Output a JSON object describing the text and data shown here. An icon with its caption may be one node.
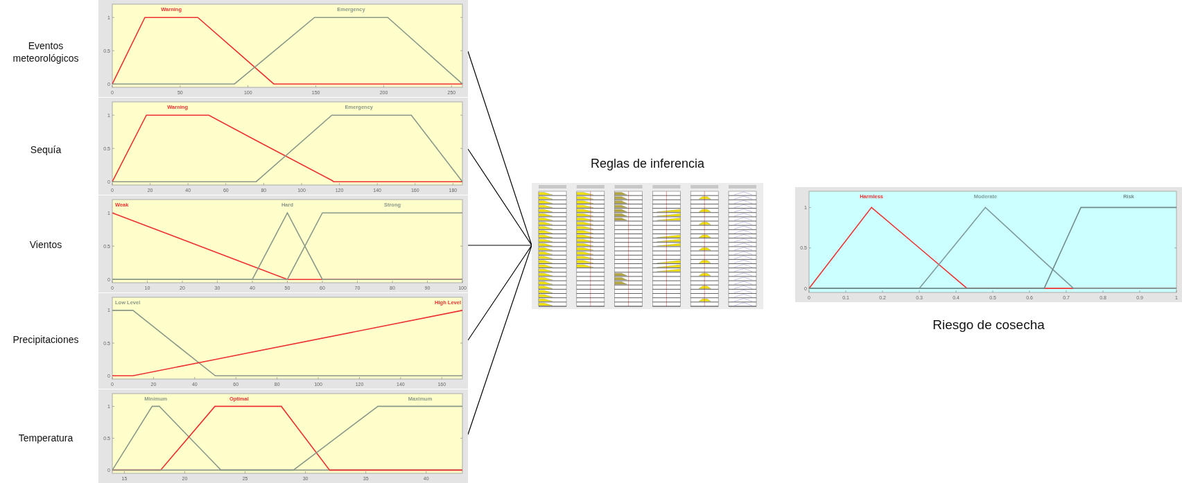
{
  "diagram": {
    "nodes": [
      {
        "text": [],
        "shape": "box",
        "beside": [
          "Eventos meteorológicos"
        ]
      },
      {
        "text": [],
        "shape": "box",
        "beside": [
          "Sequía"
        ]
      },
      {
        "text": [],
        "shape": "box",
        "beside": [
          "Vientos"
        ]
      },
      {
        "text": [],
        "shape": "box",
        "beside": [
          "Precipitaciones"
        ]
      },
      {
        "text": [],
        "shape": "box",
        "beside": [
          "Temperatura"
        ]
      },
      {
        "text": [
          "Reglas de inferencia"
        ]
      }
    ],
    "edges": [
      {
        "from": 0,
        "to": 5,
        "arrow": "none"
      },
      {
        "from": 1,
        "to": 5,
        "arrow": "none"
      },
      {
        "from": 2,
        "to": 5,
        "arrow": "none"
      },
      {
        "from": 3,
        "to": 5,
        "arrow": "none"
      },
      {
        "from": 4,
        "to": 5,
        "arrow": "none"
      }
    ],
    "chart_data": [
      {
        "type": "line",
        "xlim": [
          0,
          258
        ],
        "ylim": [
          -0.05,
          1.2
        ],
        "xticks": [
          0,
          50,
          100,
          150,
          200,
          250
        ],
        "yticks": [
          0,
          0.5,
          1
        ],
        "x": [
          0,
          24,
          63,
          90,
          119,
          149,
          203,
          258
        ],
        "series": [
          {
            "name": "Warning",
            "color": "#ee3030",
            "values": [
              0,
              1,
              1,
              0.52,
              0,
              0,
              0,
              0
            ]
          },
          {
            "name": "Emergency",
            "color": "#8a9888",
            "values": [
              0,
              0,
              0,
              0,
              0.49,
              1,
              1,
              0
            ]
          }
        ]
      },
      {
        "type": "line",
        "xlim": [
          0,
          185
        ],
        "ylim": [
          -0.05,
          1.2
        ],
        "xticks": [
          0,
          20,
          40,
          60,
          80,
          100,
          120,
          140,
          160,
          180
        ],
        "yticks": [
          0,
          0.5,
          1
        ],
        "x": [
          0,
          18,
          51,
          76,
          116,
          117,
          158,
          185
        ],
        "series": [
          {
            "name": "Warning",
            "color": "#ee3030",
            "values": [
              0,
              1,
              1,
              0.62,
              0.02,
              0,
              0,
              0
            ]
          },
          {
            "name": "Emergency",
            "color": "#8a9888",
            "values": [
              0,
              0,
              0,
              0,
              1,
              1,
              1,
              0
            ]
          }
        ]
      },
      {
        "type": "line",
        "xlim": [
          0,
          100
        ],
        "ylim": [
          -0.05,
          1.2
        ],
        "xticks": [
          0,
          10,
          20,
          30,
          40,
          50,
          60,
          70,
          80,
          90,
          100
        ],
        "yticks": [
          0,
          0.5,
          1
        ],
        "x": [
          0,
          40,
          50,
          60,
          100
        ],
        "series": [
          {
            "name": "Weak",
            "color": "#ee3030",
            "values": [
              1,
              0.2,
              0,
              0,
              0
            ]
          },
          {
            "name": "Hard",
            "color": "#8a9888",
            "values": [
              0,
              0,
              1,
              0,
              0
            ]
          },
          {
            "name": "Strong",
            "color": "#8a9888",
            "values": [
              0,
              0,
              0,
              1,
              1
            ]
          }
        ]
      },
      {
        "type": "line",
        "xlim": [
          0,
          170
        ],
        "ylim": [
          -0.05,
          1.2
        ],
        "xticks": [
          0,
          20,
          40,
          60,
          80,
          100,
          120,
          140,
          160
        ],
        "yticks": [
          0,
          0.5,
          1
        ],
        "x": [
          0,
          10,
          50,
          170
        ],
        "series": [
          {
            "name": "Low Level",
            "color": "#8a9888",
            "values": [
              1,
              1,
              0,
              0
            ]
          },
          {
            "name": "High Level",
            "color": "#ee3030",
            "values": [
              0,
              0,
              0.25,
              1
            ]
          }
        ]
      },
      {
        "type": "line",
        "xlim": [
          14,
          43
        ],
        "ylim": [
          -0.05,
          1.2
        ],
        "xticks": [
          15,
          20,
          25,
          30,
          35,
          40
        ],
        "yticks": [
          0,
          0.5,
          1
        ],
        "x": [
          14,
          17.3,
          17.9,
          18,
          22.5,
          23,
          28,
          29,
          32,
          36,
          43
        ],
        "series": [
          {
            "name": "Minimum",
            "color": "#8a9888",
            "values": [
              0,
              1,
              1,
              0.98,
              0.1,
              0,
              0,
              0,
              0,
              0,
              0
            ]
          },
          {
            "name": "Optimal",
            "color": "#ee3030",
            "values": [
              0,
              0,
              0,
              0,
              1,
              1,
              1,
              0.75,
              0,
              0,
              0
            ]
          },
          {
            "name": "Maximum",
            "color": "#8a9888",
            "values": [
              0,
              0,
              0,
              0,
              0,
              0,
              0,
              0,
              0.43,
              1,
              1
            ]
          }
        ]
      },
      {
        "type": "line",
        "title": "Riesgo de cosecha",
        "xlim": [
          0,
          1
        ],
        "ylim": [
          -0.05,
          1.2
        ],
        "xticks": [
          0,
          0.1,
          0.2,
          0.3,
          0.4,
          0.5,
          0.6,
          0.7,
          0.8,
          0.9,
          1
        ],
        "yticks": [
          0,
          0.5,
          1
        ],
        "x": [
          0,
          0.17,
          0.3,
          0.43,
          0.48,
          0.64,
          0.72,
          0.74,
          1
        ],
        "series": [
          {
            "name": "Harmless",
            "color": "#ee3030",
            "values": [
              0,
              1,
              0.5,
              0,
              0,
              0,
              0,
              0,
              0
            ]
          },
          {
            "name": "Moderate",
            "color": "#7f9a9a",
            "values": [
              0,
              0,
              0,
              0.72,
              1,
              0.33,
              0,
              0,
              0
            ]
          },
          {
            "name": "Risk",
            "color": "#6f8a8a",
            "values": [
              0,
              0,
              0,
              0,
              0,
              0,
              0.8,
              1,
              1
            ]
          }
        ]
      }
    ]
  }
}
